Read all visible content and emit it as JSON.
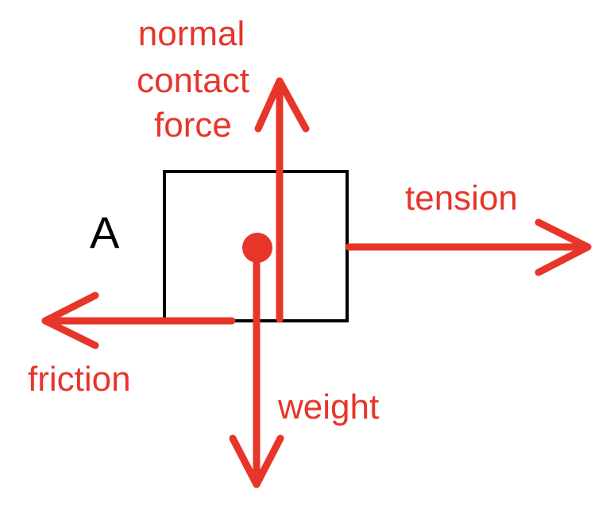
{
  "colors": {
    "force": "#e8352a",
    "outline": "#000000"
  },
  "object_label": "A",
  "forces": {
    "normal": {
      "lines": [
        "normal",
        "contact",
        "force"
      ]
    },
    "tension": {
      "label": "tension"
    },
    "friction": {
      "label": "friction"
    },
    "weight": {
      "label": "weight"
    }
  }
}
